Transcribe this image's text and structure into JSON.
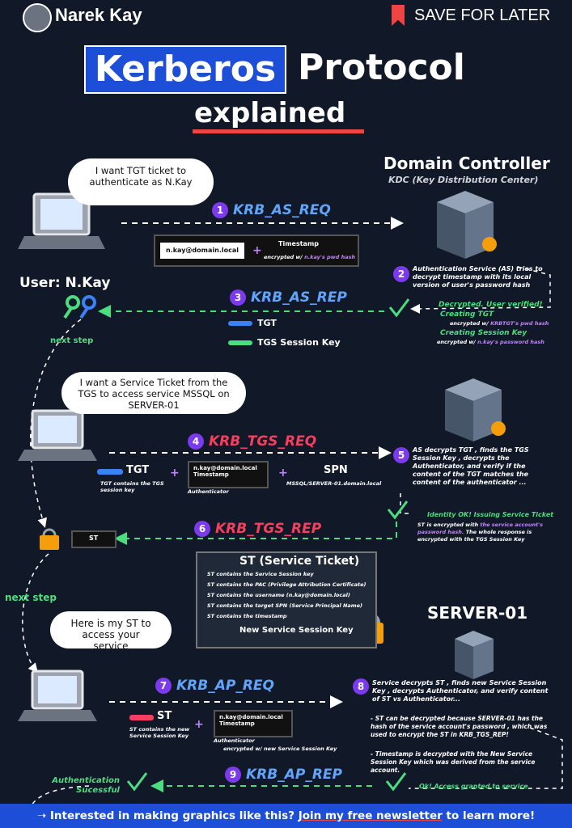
{
  "header": {
    "author": "Narek Kay",
    "save": "SAVE FOR LATER"
  },
  "title": {
    "part1": "Kerberos",
    "part2": "Protocol",
    "part3": "explained"
  },
  "dc": {
    "title": "Domain Controller",
    "subtitle": "KDC (Key Distribution Center)"
  },
  "user": {
    "label": "User: N.Kay",
    "bubble1": "I want TGT ticket to authenticate as N.Kay",
    "next1": "next step",
    "bubble2": "I want a Service Ticket from the TGS to access service MSSQL on SERVER-01",
    "next2": "next step",
    "bubble3": "Here is my ST to access your service"
  },
  "step1": {
    "num": "1",
    "name": "KRB_AS_REQ",
    "user": "n.kay@domain.local",
    "plus": "+",
    "ts": "Timestamp",
    "enc": "encrypted w/",
    "enc_key": "n.kay's pwd hash"
  },
  "step2": {
    "num": "2",
    "text": "Authentication Service (AS) tries to decrypt timestamp with its local version of user's password hash",
    "verified": "Decrypted. User verified!",
    "tgt": "Creating TGT",
    "tgt_enc": "encrypted w/",
    "tgt_key": "KRBTGT's pwd hash",
    "sk": "Creating Session Key",
    "sk_enc": "encrypted w/",
    "sk_key": "n.kay's password hash"
  },
  "step3": {
    "num": "3",
    "name": "KRB_AS_REP",
    "tgt": "TGT",
    "sk": "TGS Session Key"
  },
  "step4": {
    "num": "4",
    "name": "KRB_TGS_REQ",
    "tgt": "TGT",
    "tgt_note": "TGT contains the TGS session key",
    "plus1": "+",
    "user": "n.kay@domain.local",
    "ts": "Timestamp",
    "auth": "Authenticator",
    "plus2": "+",
    "spn": "SPN",
    "spn_val": "MSSQL/SERVER-01.domain.local"
  },
  "step5": {
    "num": "5",
    "text": "AS decrypts TGT , finds the TGS Session Key , decrypts the Authenticator, and verify if the content of the TGT matches the content of the authenticator ...",
    "ok": "Identity OK! Issuing Service Ticket",
    "enc1": "ST is encrypted with",
    "enc_key": "the service account's password hash.",
    "enc2": "The whole response is encrypted with the TGS Session Key"
  },
  "step6": {
    "num": "6",
    "name": "KRB_TGS_REP",
    "st": "ST"
  },
  "stbox": {
    "title": "ST (Service Ticket)",
    "items": [
      "ST contains the Service Session key",
      "ST contains the PAC (Privilege Attribution Certificate)",
      "ST contains the username (n.kay@domain.local)",
      "ST contains the target SPN (Service Principal Name)",
      "ST contains the timestamp"
    ],
    "new_key": "New Service Session Key"
  },
  "server": {
    "title": "SERVER-01"
  },
  "step7": {
    "num": "7",
    "name": "KRB_AP_REQ",
    "st": "ST",
    "st_note": "ST contains the new Service Session Key",
    "plus": "+",
    "user": "n.kay@domain.local",
    "ts": "Timestamp",
    "auth": "Authenticator",
    "enc": "encrypted w/ new Service Session Key"
  },
  "step8": {
    "num": "8",
    "text": "Service decrypts ST , finds new Service Session Key , decrypts Authenticator, and verify content of ST vs Authenticator...",
    "p1": "- ST can be decrypted because SERVER-01 has the hash of the service account's password , which was used to encrypt the ST in KRB_TGS_REP!",
    "p2": "- Timestamp is decrypted with the New Service Session Key which was derived from the service account.",
    "ok": "Ok! Access granted to service"
  },
  "step9": {
    "num": "9",
    "name": "KRB_AP_REP",
    "success": "Authentication Sucessful"
  },
  "footer": {
    "text1": "Interested in making graphics like this?",
    "link": "Join my free newsletter",
    "text2": "to learn more!"
  },
  "colors": {
    "bg": "#111827",
    "blue": "#1d4ed8",
    "accent_blue": "#60a5fa",
    "red": "#f43f5e",
    "green": "#4ade80",
    "violet": "#7c3aed"
  }
}
